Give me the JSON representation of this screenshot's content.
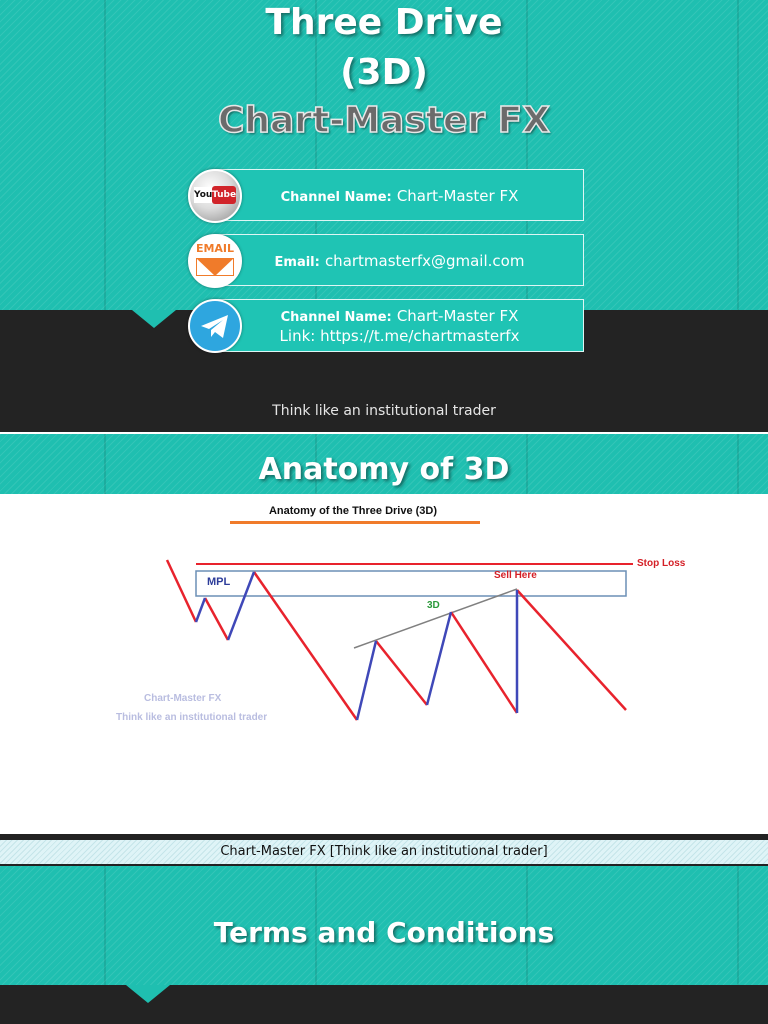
{
  "slide1": {
    "title_line1": "Three Drive",
    "title_line2": "(3D)",
    "brand": "Chart-Master FX",
    "cards": [
      {
        "label": "Channel Name:",
        "value": "Chart-Master FX",
        "icon": "youtube-icon",
        "icon_text": "You Tube"
      },
      {
        "label": "Email:",
        "value": "chartmasterfx@gmail.com",
        "icon": "email-icon",
        "icon_text": "EMAIL"
      },
      {
        "label": "Channel Name:",
        "value": "Chart-Master FX",
        "line2": "Link: https://t.me/chartmasterfx",
        "icon": "telegram-icon"
      }
    ],
    "tagline": "Think like an institutional trader"
  },
  "slide2": {
    "title": "Anatomy of 3D",
    "chart_title": "Anatomy of the Three Drive (3D)",
    "labels": {
      "mpl": "MPL",
      "stop_loss": "Stop Loss",
      "sell_here": "Sell Here",
      "three_d": "3D"
    },
    "watermark": {
      "line1": "Chart-Master FX",
      "line2": "Think like an institutional trader"
    },
    "footer": "Chart-Master FX [Think like an institutional trader]"
  },
  "slide3": {
    "title": "Terms and Conditions"
  },
  "colors": {
    "teal": "#1fbfb0",
    "dark": "#232323",
    "red_line": "#e8232d",
    "blue_line": "#3f48b8",
    "orange_underline": "#f07b2a"
  }
}
